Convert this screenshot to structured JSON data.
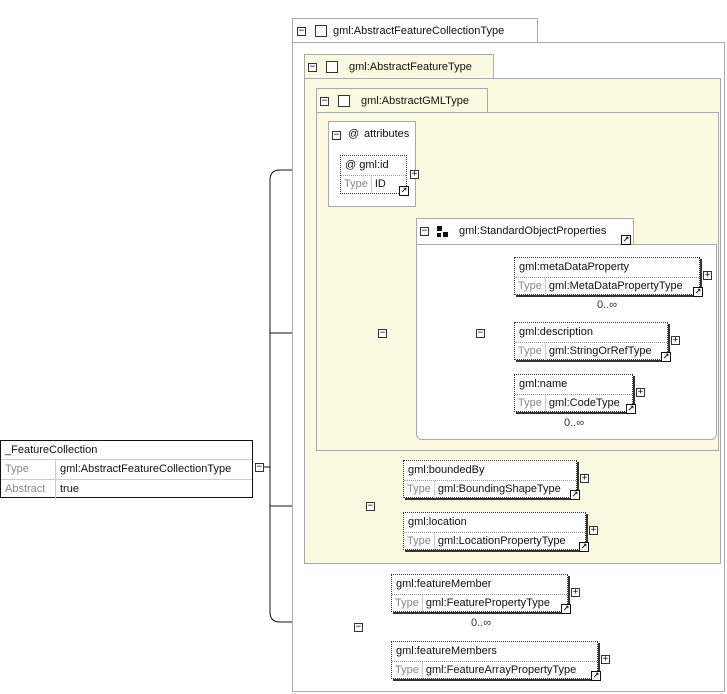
{
  "root": {
    "name": "_FeatureCollection",
    "rows": [
      {
        "key": "Type",
        "value": "gml:AbstractFeatureCollectionType"
      },
      {
        "key": "Abstract",
        "value": "true"
      }
    ]
  },
  "types": {
    "collection": "gml:AbstractFeatureCollectionType",
    "feature": "gml:AbstractFeatureType",
    "gml": "gml:AbstractGMLType"
  },
  "attributes": {
    "label": "attributes",
    "id_name": "gml:id",
    "type_key": "Type",
    "id_type": "ID"
  },
  "group": {
    "name": "gml:StandardObjectProperties"
  },
  "elements": {
    "metaDataProperty": {
      "name": "gml:metaDataProperty",
      "type_key": "Type",
      "type": "gml:MetaDataPropertyType",
      "occurs": "0..∞"
    },
    "description": {
      "name": "gml:description",
      "type_key": "Type",
      "type": "gml:StringOrRefType"
    },
    "name": {
      "name": "gml:name",
      "type_key": "Type",
      "type": "gml:CodeType",
      "occurs": "0..∞"
    },
    "boundedBy": {
      "name": "gml:boundedBy",
      "type_key": "Type",
      "type": "gml:BoundingShapeType"
    },
    "location": {
      "name": "gml:location",
      "type_key": "Type",
      "type": "gml:LocationPropertyType"
    },
    "featureMember": {
      "name": "gml:featureMember",
      "type_key": "Type",
      "type": "gml:FeaturePropertyType",
      "occurs": "0..∞"
    },
    "featureMembers": {
      "name": "gml:featureMembers",
      "type_key": "Type",
      "type": "gml:FeatureArrayPropertyType"
    }
  },
  "icons": {
    "collapse": "minus-box-icon",
    "expand": "plus-box-icon",
    "link": "type-link-icon",
    "sequence": "sequence-compositor-icon",
    "group": "group-icon"
  },
  "colors": {
    "feature_panel_bg": "#fbf9e0",
    "border": "#aaaaaa"
  }
}
